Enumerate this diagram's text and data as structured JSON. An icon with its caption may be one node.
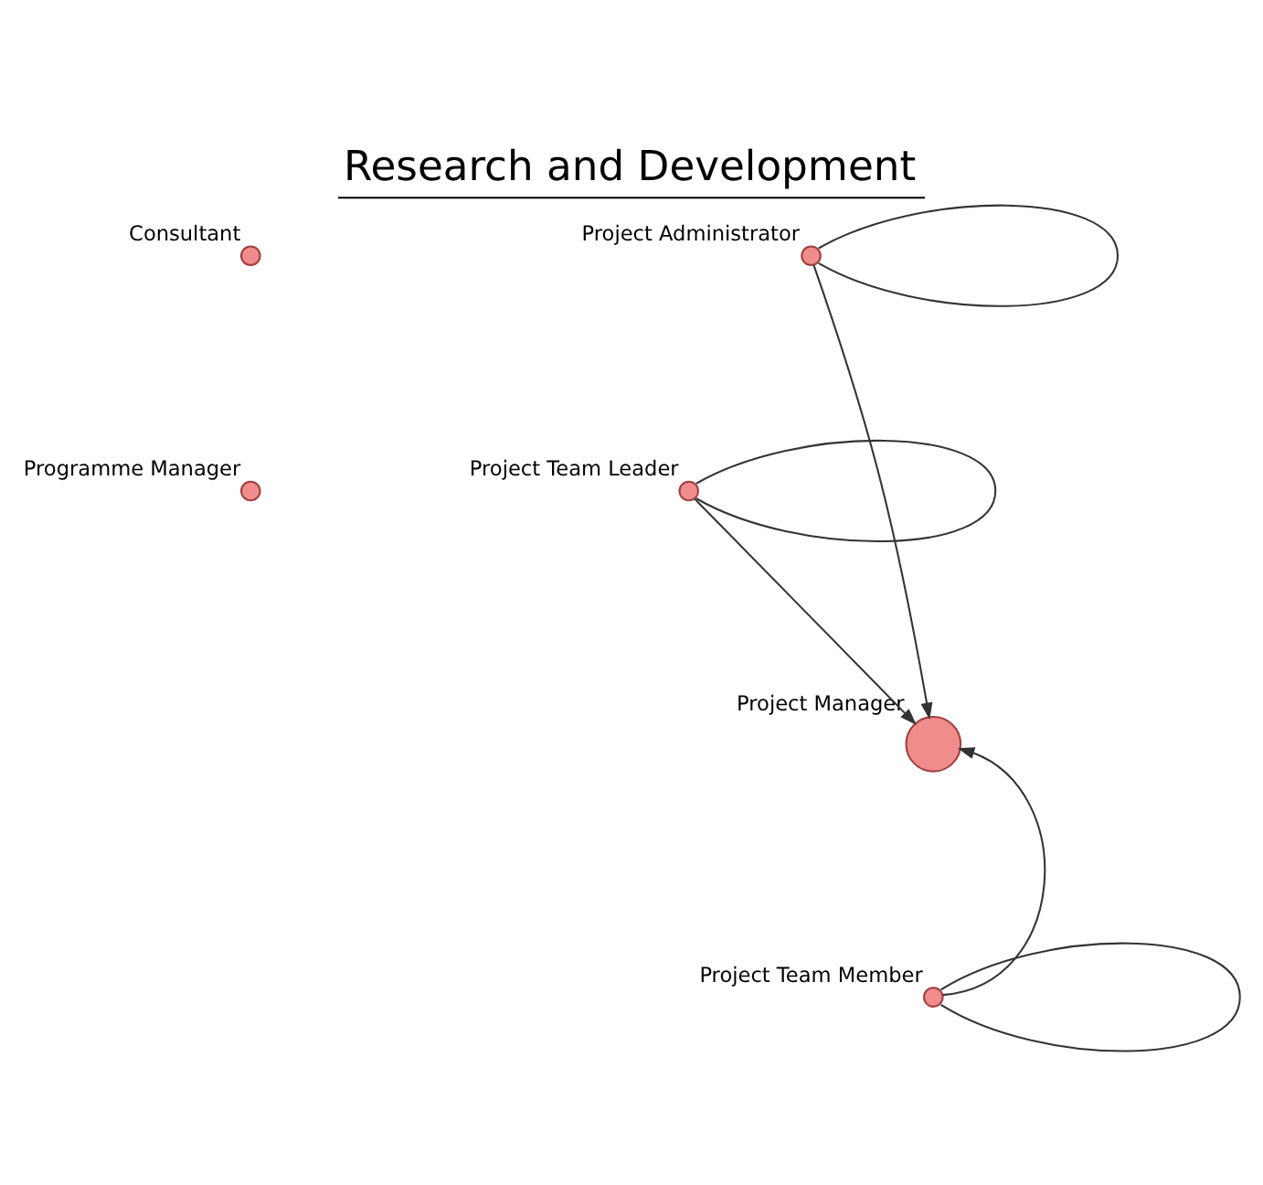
{
  "diagram": {
    "title": "Research and Development",
    "nodes": [
      {
        "text": [
          "Consultant"
        ]
      },
      {
        "text": [
          "Programme Manager"
        ]
      },
      {
        "text": [
          "Project Administrator"
        ]
      },
      {
        "text": [
          "Project Team Leader"
        ]
      },
      {
        "text": [
          "Project Manager"
        ]
      },
      {
        "text": [
          "Project Team Member"
        ]
      }
    ],
    "edges": [
      {
        "from": 2,
        "to": 2,
        "arrow": "none"
      },
      {
        "from": 3,
        "to": 3,
        "arrow": "none"
      },
      {
        "from": 5,
        "to": 5,
        "arrow": "none"
      },
      {
        "from": 3,
        "to": 4,
        "arrow": "to"
      },
      {
        "from": 2,
        "to": 4,
        "arrow": "to"
      },
      {
        "from": 5,
        "to": 4,
        "arrow": "to"
      }
    ]
  }
}
